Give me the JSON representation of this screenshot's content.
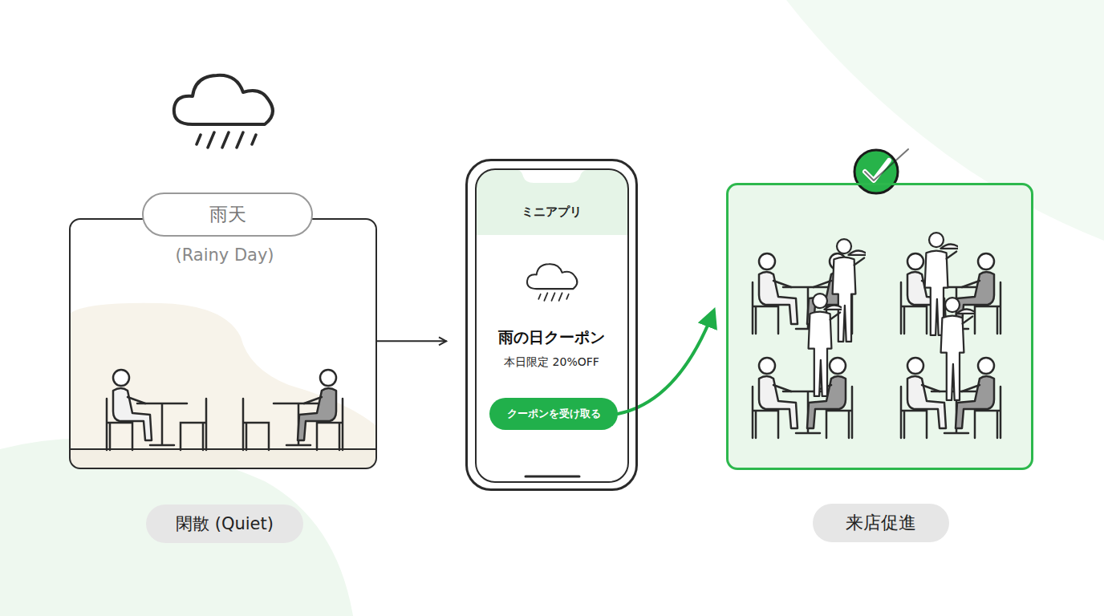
{
  "diagram": {
    "nodes": [
      {
        "text": [
          "雨天",
          "(Rainy Day)",
          "閑散 (Quiet)"
        ]
      },
      {
        "text": [
          "ミニアプリ",
          "雨の日クーポン",
          "本日限定 20%OFF"
        ]
      },
      {
        "text": [
          "クーポンを受け取る"
        ],
        "in": 1
      },
      {
        "text": [
          "来店促進"
        ]
      }
    ],
    "edges": [
      {
        "from": 0,
        "to": 1,
        "arrow": "to"
      },
      {
        "from": 2,
        "to": 3,
        "arrow": "to"
      }
    ]
  }
}
